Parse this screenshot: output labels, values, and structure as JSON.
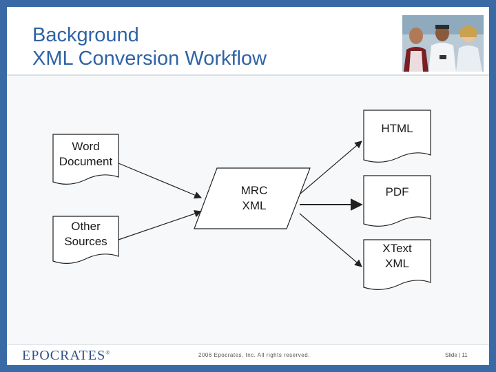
{
  "title": {
    "line1": "Background",
    "line2": "XML Conversion Workflow"
  },
  "diagram": {
    "sources": [
      {
        "line1": "Word",
        "line2": "Document"
      },
      {
        "line1": "Other",
        "line2": "Sources"
      }
    ],
    "hub": {
      "line1": "MRC",
      "line2": "XML"
    },
    "outputs": [
      {
        "line1": "HTML",
        "line2": ""
      },
      {
        "line1": "PDF",
        "line2": ""
      },
      {
        "line1": "XText",
        "line2": "XML"
      }
    ]
  },
  "footer": {
    "logo": "EPOCRATES",
    "logo_tm": "®",
    "copyright": "2006 Epocrates, Inc. All rights reserved.",
    "slide_label": "Slide | 11"
  },
  "colors": {
    "frame": "#3a6aa6",
    "title": "#2f63a6",
    "logo": "#2d4f86",
    "shape_fill": "#ffffff",
    "shape_stroke": "#222222",
    "arrow": "#222222"
  }
}
